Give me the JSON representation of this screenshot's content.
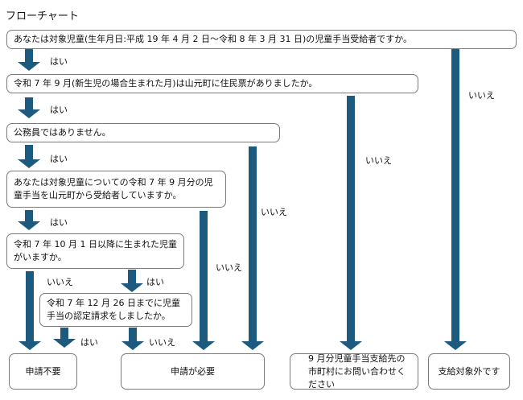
{
  "title": "フローチャート",
  "questions": {
    "q1": "あなたは対象児童(生年月日:平成 19 年 4 月 2 日～令和 8 年 3 月 31 日)の児童手当受給者ですか。",
    "q2": "令和 7 年 9 月(新生児の場合生まれた月)は山元町に住民票がありましたか。",
    "q3": "公務員ではありません。",
    "q4": "あなたは対象児童についての令和 7 年 9 月分の児童手当を山元町から受給者していますか。",
    "q5": "令和 7 年 10 月 1 日以降に生まれた児童がいますか。",
    "q6": "令和 7 年 12 月 26 日までに児童手当の認定請求をしましたか。"
  },
  "results": {
    "not_required": "申請不要",
    "required": "申請が必要",
    "contact_city": "9 月分児童手当支給先の市町村にお問い合わせください",
    "not_eligible": "支給対象外です"
  },
  "labels": {
    "yes": "はい",
    "no": "いいえ"
  },
  "colors": {
    "arrow": "#1c5a80",
    "border": "#7a7a7a"
  }
}
